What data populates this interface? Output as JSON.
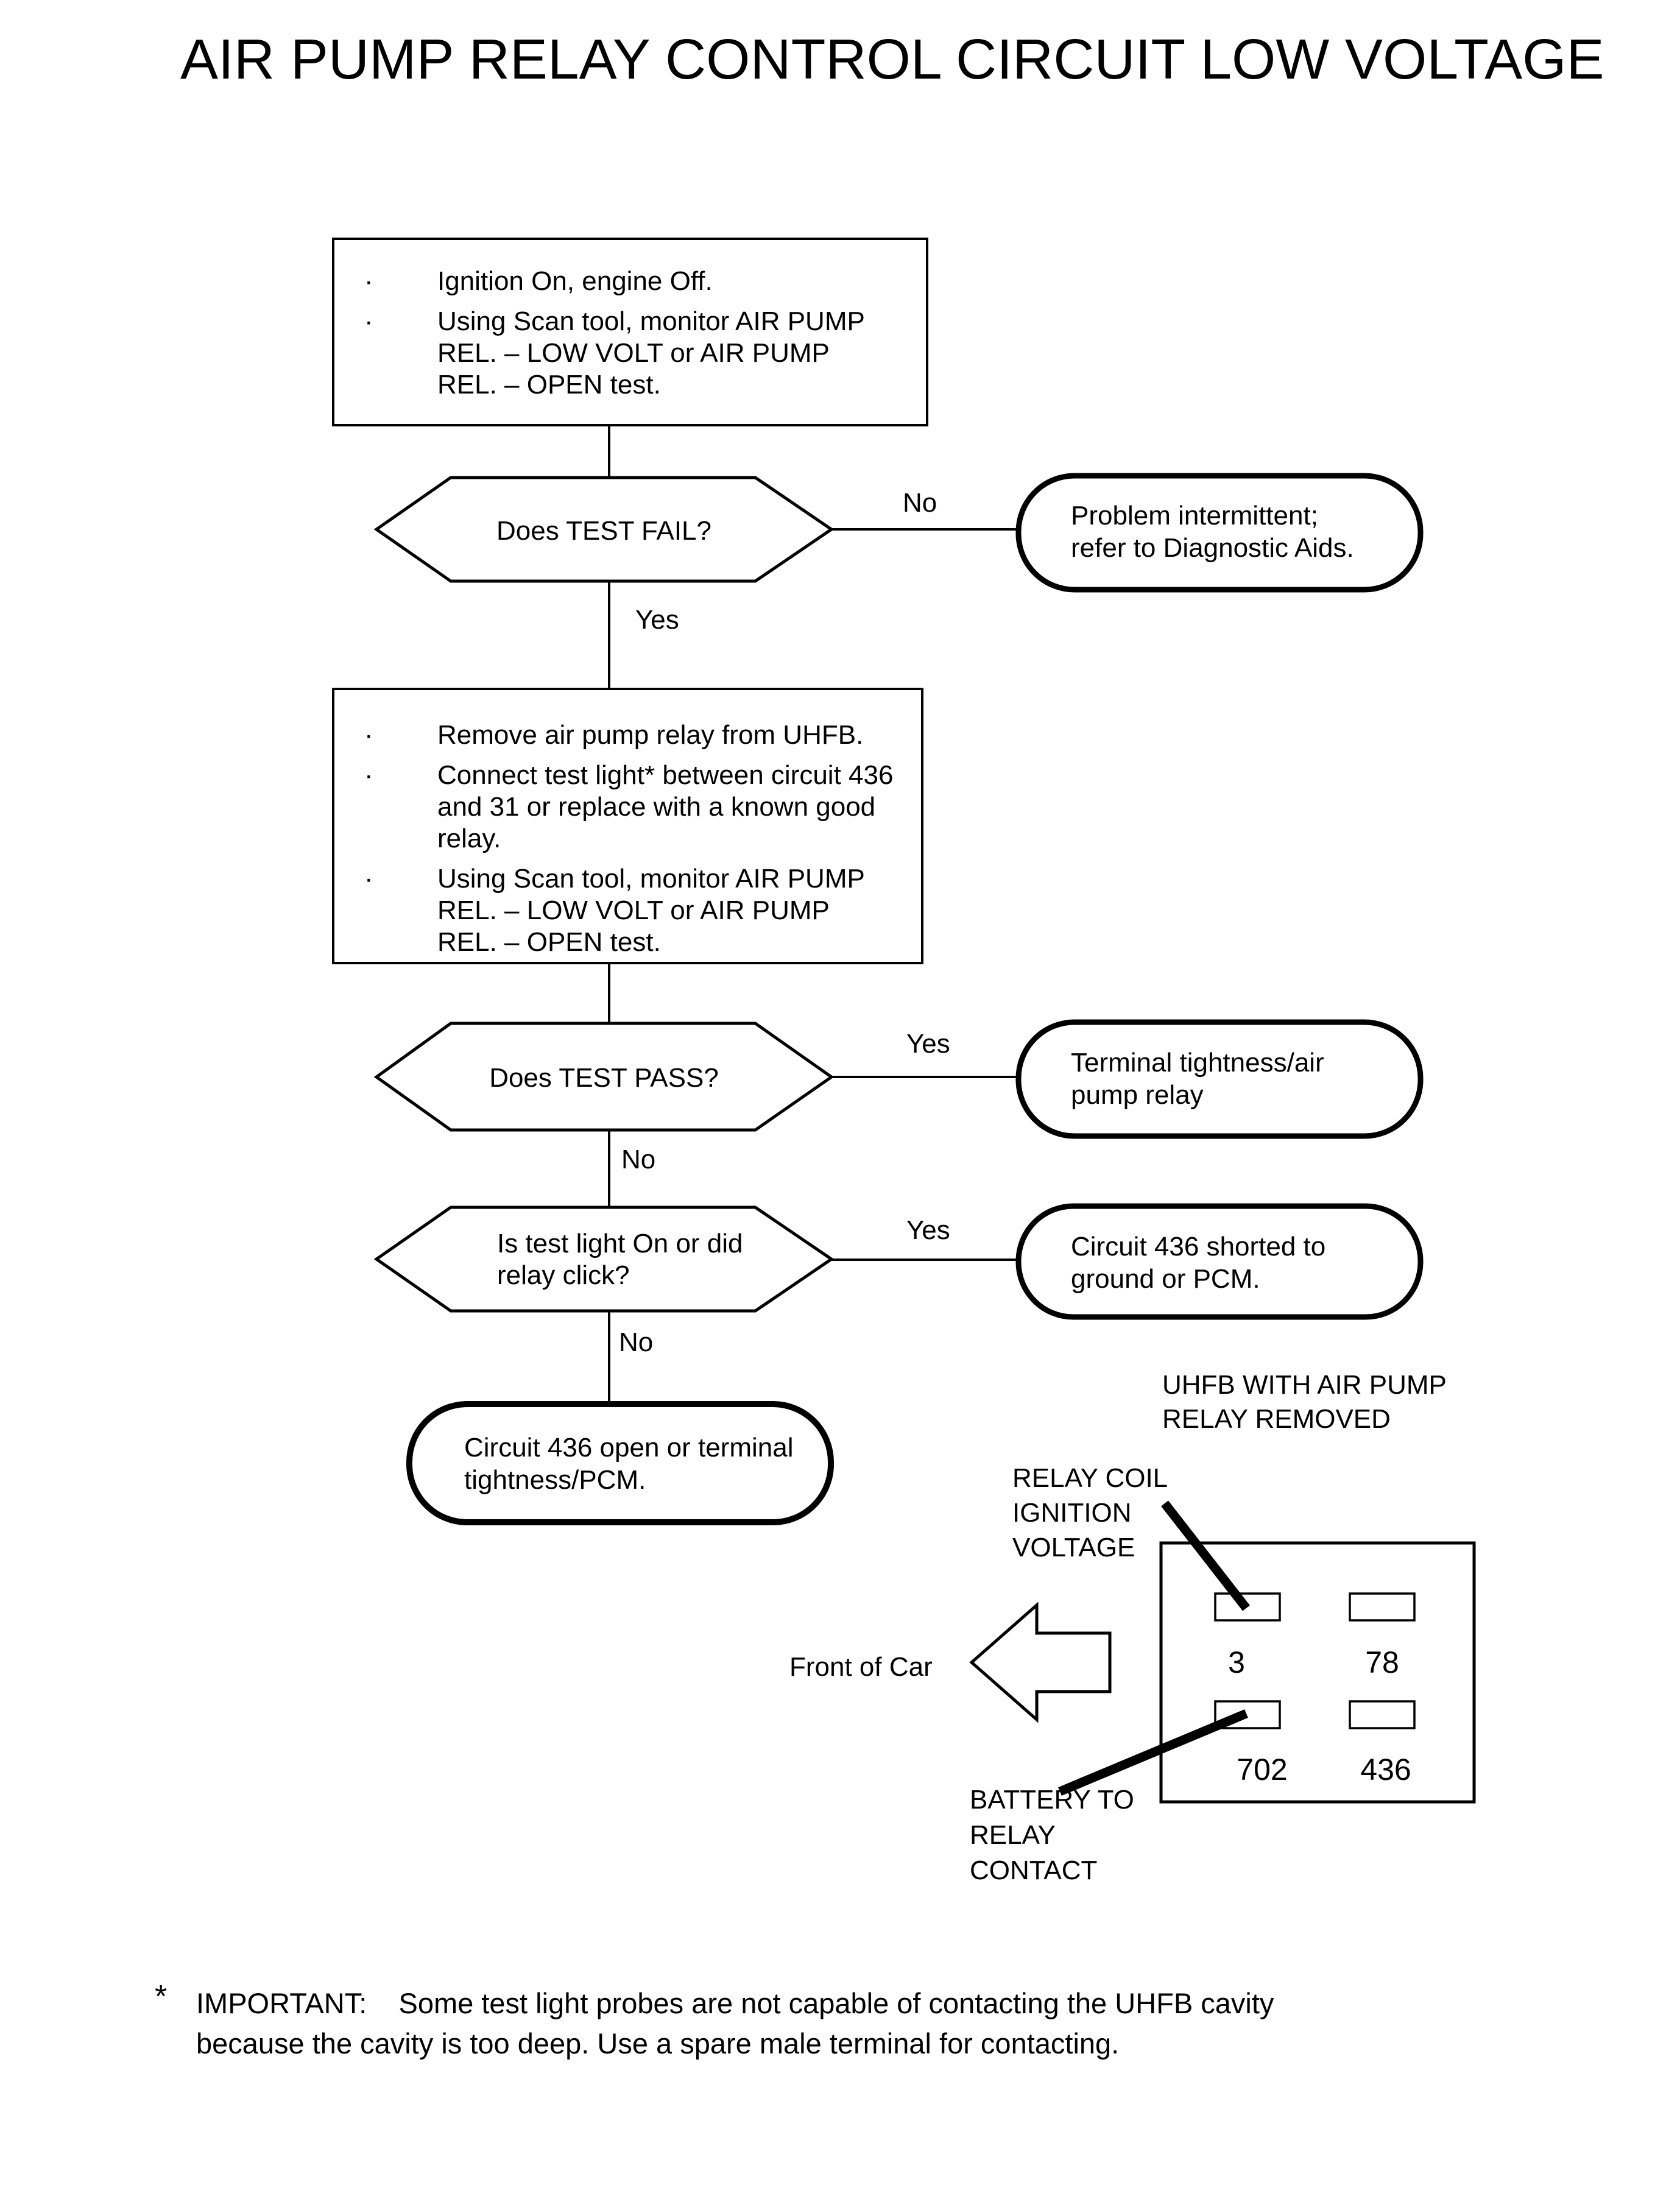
{
  "title": "AIR PUMP RELAY CONTROL CIRCUIT LOW VOLTAGE",
  "flow": {
    "bullet_char": "·",
    "step1": {
      "bullets": [
        "Ignition On, engine Off.",
        "Using Scan tool, monitor AIR PUMP\nREL. – LOW VOLT or AIR PUMP\nREL. – OPEN test."
      ]
    },
    "decision1": {
      "label": "Does TEST FAIL?",
      "no_label": "No",
      "yes_label": "Yes"
    },
    "terminal_no1": {
      "label": "Problem intermittent;\nrefer to Diagnostic Aids."
    },
    "step2": {
      "bullets": [
        "Remove air pump relay from UHFB.",
        "Connect test light* between circuit 436\nand 31 or replace with a known good\nrelay.",
        "Using Scan tool, monitor AIR PUMP\nREL. – LOW VOLT or AIR PUMP\nREL. – OPEN test."
      ]
    },
    "decision2": {
      "label": "Does TEST PASS?",
      "yes_label": "Yes",
      "no_label": "No"
    },
    "terminal_yes2": {
      "label": "Terminal tightness/air\npump relay"
    },
    "decision3": {
      "label": "Is test light On or did\nrelay click?",
      "yes_label": "Yes",
      "no_label": "No"
    },
    "terminal_yes3": {
      "label": "Circuit 436 shorted to\nground or PCM."
    },
    "terminal_no3": {
      "label": "Circuit 436 open or terminal\ntightness/PCM."
    }
  },
  "uhfb": {
    "heading": "UHFB WITH AIR PUMP\nRELAY REMOVED",
    "relay_coil_label": "RELAY COIL\nIGNITION\nVOLTAGE",
    "battery_label": "BATTERY TO\nRELAY\nCONTACT",
    "front_of_car_label": "Front of Car",
    "terminals": [
      {
        "id": "3"
      },
      {
        "id": "78"
      },
      {
        "id": "702"
      },
      {
        "id": "436"
      }
    ]
  },
  "footnote": {
    "star": "*",
    "text": "IMPORTANT:    Some test light probes are not capable of contacting the UHFB cavity\nbecause the cavity is too deep. Use a spare male terminal for contacting."
  },
  "colors": {
    "ink": "#000000",
    "paper": "#ffffff"
  }
}
